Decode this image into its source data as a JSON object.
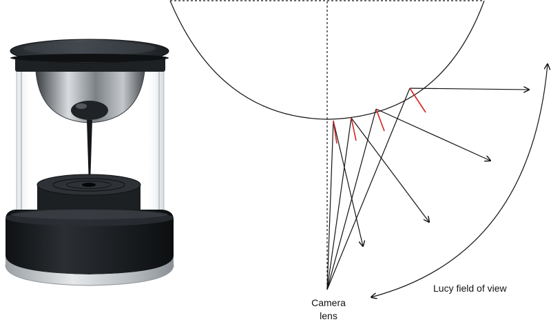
{
  "labels": {
    "camera_line1": "Camera",
    "camera_line2": "lens",
    "fov": "Lucy field of view"
  },
  "colors": {
    "ink": "#111111",
    "normal_marks": "#d42020",
    "device_dark": "#1e2124",
    "device_metal": "#c9ccce",
    "background": "#ffffff"
  },
  "figure": {
    "device_photo": "cylindrical omnidirectional camera with a mirrored dome and a central spike",
    "diagram": "rays from camera lens reflecting off curved mirror"
  }
}
